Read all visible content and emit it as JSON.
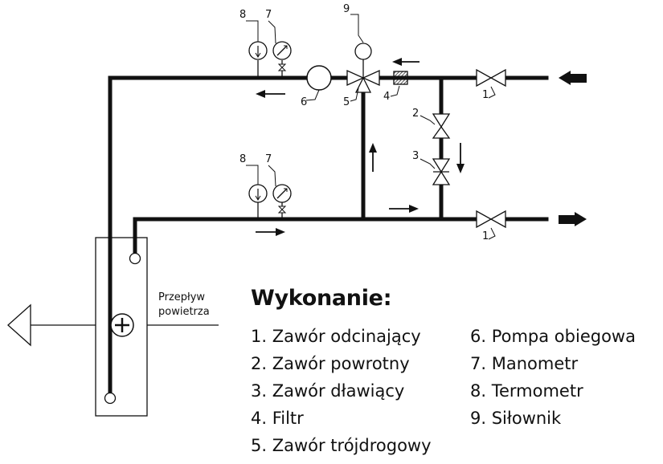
{
  "diagram": {
    "labels": {
      "thermometer_supply": "8",
      "manometer_supply": "7",
      "actuator": "9",
      "pump": "6",
      "three_way_valve": "5",
      "filter": "4",
      "shutoff_valve_supply": "1",
      "check_valve": "2",
      "throttle_valve": "3",
      "thermometer_return": "8",
      "manometer_return": "7",
      "shutoff_valve_return": "1"
    },
    "air_flow_label": [
      "Przepływ",
      "powietrza"
    ]
  },
  "legend": {
    "title": "Wykonanie:",
    "left_items": [
      "1. Zawór odcinający",
      "2. Zawór powrotny",
      "3. Zawór dławiący",
      "4. Filtr",
      "5. Zawór trójdrogowy"
    ],
    "right_items": [
      "6. Pompa obiegowa",
      "7. Manometr",
      "8. Termometr",
      "9. Siłownik"
    ]
  }
}
